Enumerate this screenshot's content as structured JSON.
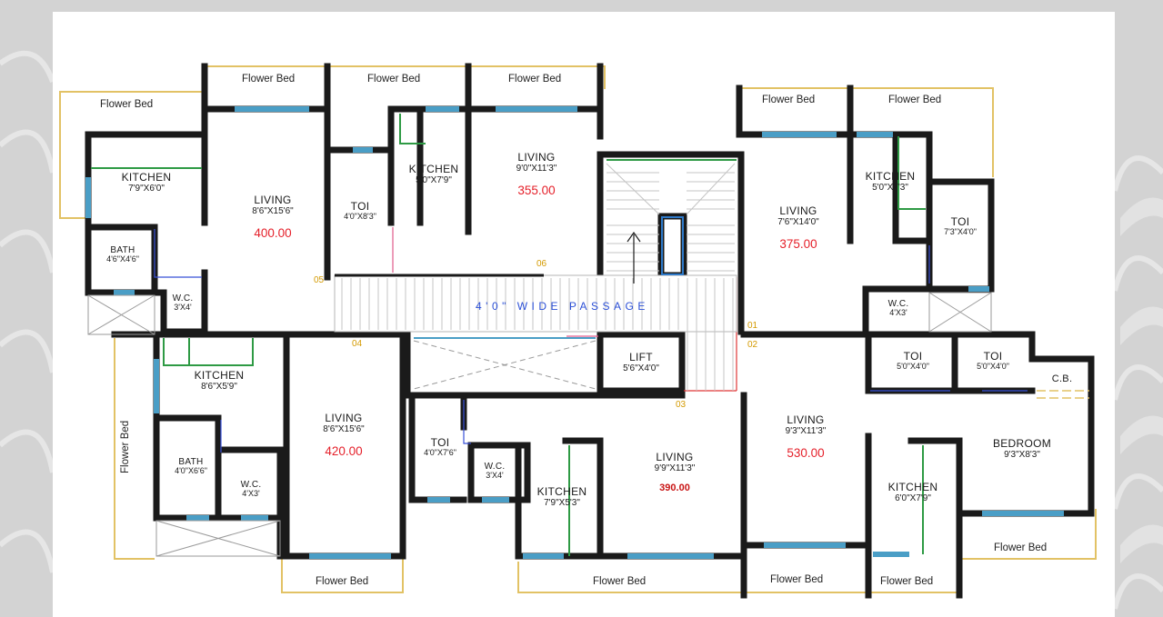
{
  "flower_bed_label": "Flower Bed",
  "passage_label": "4'0\" WIDE PASSAGE",
  "rooms": {
    "kitchen_a": {
      "name": "KITCHEN",
      "dim": "7'9\"X6'0\""
    },
    "living_a": {
      "name": "LIVING",
      "dim": "8'6\"X15'6\"",
      "area": "400.00"
    },
    "bath_a": {
      "name": "BATH",
      "dim": "4'6\"X4'6\""
    },
    "wc_a": {
      "name": "W.C.",
      "dim": "3'X4'"
    },
    "toi_b": {
      "name": "TOI",
      "dim": "4'0\"X8'3\""
    },
    "kitchen_b": {
      "name": "KITCHEN",
      "dim": "5'0\"X7'9\""
    },
    "living_b": {
      "name": "LIVING",
      "dim": "9'0\"X11'3\"",
      "area": "355.00"
    },
    "living_c": {
      "name": "LIVING",
      "dim": "7'6\"X14'0\"",
      "area": "375.00"
    },
    "kitchen_c": {
      "name": "KITCHEN",
      "dim": "5'0\"X7'3\""
    },
    "toi_c": {
      "name": "TOI",
      "dim": "7'3\"X4'0\""
    },
    "wc_c": {
      "name": "W.C.",
      "dim": "4'X3'"
    },
    "kitchen_d": {
      "name": "KITCHEN",
      "dim": "8'6\"X5'9\""
    },
    "living_d": {
      "name": "LIVING",
      "dim": "8'6\"X15'6\"",
      "area": "420.00"
    },
    "bath_d": {
      "name": "BATH",
      "dim": "4'0\"X6'6\""
    },
    "wc_d": {
      "name": "W.C.",
      "dim": "4'X3'"
    },
    "lift": {
      "name": "LIFT",
      "dim": "5'6\"X4'0\""
    },
    "toi_e": {
      "name": "TOI",
      "dim": "4'0\"X7'6\""
    },
    "wc_e": {
      "name": "W.C.",
      "dim": "3'X4'"
    },
    "kitchen_e": {
      "name": "KITCHEN",
      "dim": "7'9\"X5'3\""
    },
    "living_e": {
      "name": "LIVING",
      "dim": "9'9\"X11'3\"",
      "area": "390.00"
    },
    "living_f": {
      "name": "LIVING",
      "dim": "9'3\"X11'3\"",
      "area": "530.00"
    },
    "toi_f1": {
      "name": "TOI",
      "dim": "5'0\"X4'0\""
    },
    "toi_f2": {
      "name": "TOI",
      "dim": "5'0\"X4'0\""
    },
    "cb": {
      "name": "C.B."
    },
    "bedroom_f": {
      "name": "BEDROOM",
      "dim": "9'3\"X8'3\""
    },
    "kitchen_f": {
      "name": "KITCHEN",
      "dim": "6'0\"X7'9\""
    }
  },
  "door_numbers": {
    "d01": "01",
    "d02": "02",
    "d03": "03",
    "d04": "04",
    "d05": "05",
    "d06": "06"
  },
  "colors": {
    "wall": "#1a1a1a",
    "window": "#4a9ec6",
    "flower_bed": "#e2c265",
    "area_text": "#e5202a",
    "passage_text": "#2b4fd6",
    "door_number": "#d49a00",
    "background": "#d3d3d3"
  }
}
